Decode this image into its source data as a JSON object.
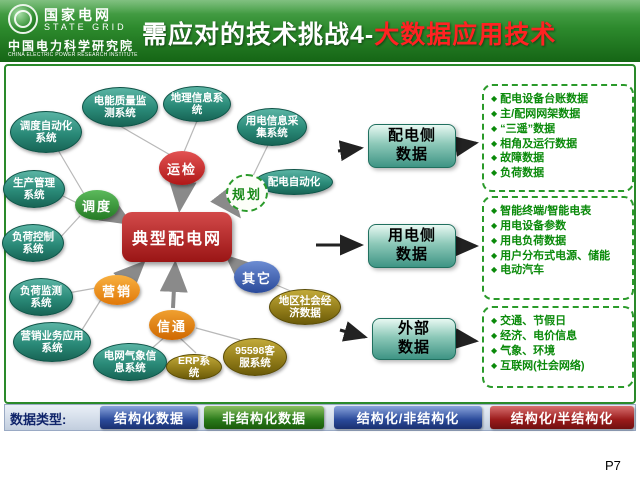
{
  "page_number": "P7",
  "icons": {
    "bullet": "◆"
  },
  "header": {
    "title_white": "需应对的技术挑战4-",
    "title_red": "大数据应用技术",
    "logo": {
      "org_cn": "国家电网",
      "org_en": "STATE GRID",
      "institute_cn": "中国电力科学研究院",
      "institute_en": "CHINA ELECTRIC POWER RESEARCH INSTITUTE"
    }
  },
  "diagram": {
    "center_label": "典型配电网",
    "hubs": [
      {
        "label": "运检"
      },
      {
        "label": "调度"
      },
      {
        "label": "营销"
      },
      {
        "label": "信通"
      },
      {
        "label": "规划"
      },
      {
        "label": "其它"
      }
    ],
    "satellites": [
      {
        "label": "电能质量监测系统"
      },
      {
        "label": "地理信息系统"
      },
      {
        "label": "用电信息采集系统"
      },
      {
        "label": "配电自动化"
      },
      {
        "label": "调度自动化系统"
      },
      {
        "label": "生产管理系统"
      },
      {
        "label": "负荷控制系统"
      },
      {
        "label": "负荷监测系统"
      },
      {
        "label": "营销业务应用系统"
      },
      {
        "label": "电网气象信息系统"
      },
      {
        "label": "ERP系统"
      },
      {
        "label": "95598客服系统"
      },
      {
        "label": "地区社会经济数据"
      }
    ]
  },
  "groups": [
    {
      "label": "配电侧数据",
      "label_lines": [
        "配电侧",
        "数据"
      ],
      "items": [
        "配电设备台账数据",
        "主/配网网架数据",
        "“三遥”数据",
        "相角及运行数据",
        "故障数据",
        "负荷数据"
      ]
    },
    {
      "label": "用电侧数据",
      "label_lines": [
        "用电侧",
        "数据"
      ],
      "items": [
        "智能终端/智能电表",
        "用电设备参数",
        "用电负荷数据",
        "用户分布式电源、储能",
        "电动汽车"
      ]
    },
    {
      "label": "外部数据",
      "label_lines": [
        "外部",
        "数据"
      ],
      "items": [
        "交通、节假日",
        "经济、电价信息",
        "气象、环境",
        "互联网(社会网络)"
      ]
    }
  ],
  "footer": {
    "label": "数据类型:",
    "types": [
      {
        "label": "结构化数据",
        "color": "#2a4a9a"
      },
      {
        "label": "非结构化数据",
        "color": "#2a7a1a"
      },
      {
        "label": "结构化/非结构化",
        "color": "#2a4a9a"
      },
      {
        "label": "结构化/半结构化",
        "color": "#8a1515"
      }
    ]
  }
}
